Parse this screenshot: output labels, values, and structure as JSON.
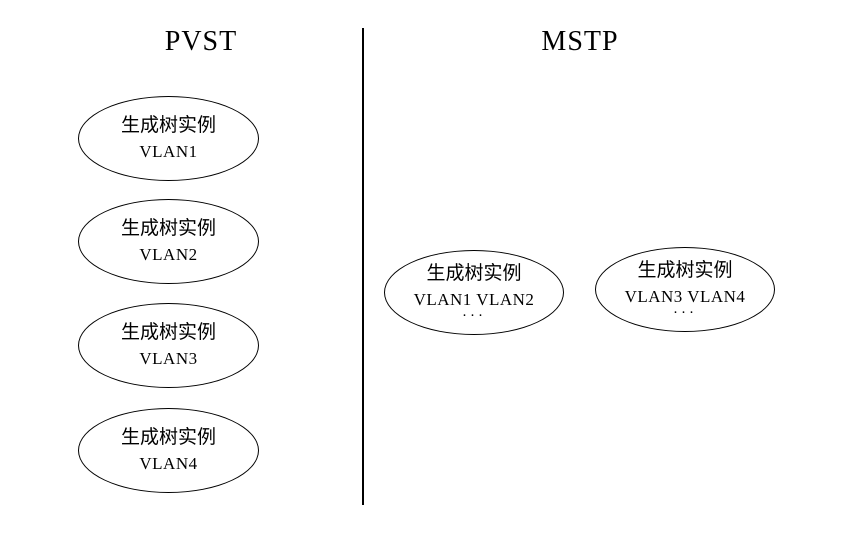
{
  "left": {
    "title": "PVST",
    "instances": [
      {
        "label": "生成树实例",
        "vlans": "VLAN1"
      },
      {
        "label": "生成树实例",
        "vlans": "VLAN2"
      },
      {
        "label": "生成树实例",
        "vlans": "VLAN3"
      },
      {
        "label": "生成树实例",
        "vlans": "VLAN4"
      }
    ]
  },
  "right": {
    "title": "MSTP",
    "instances": [
      {
        "label": "生成树实例",
        "vlans": "VLAN1  VLAN2",
        "ellipsis": "···"
      },
      {
        "label": "生成树实例",
        "vlans": "VLAN3  VLAN4",
        "ellipsis": "···"
      }
    ]
  }
}
